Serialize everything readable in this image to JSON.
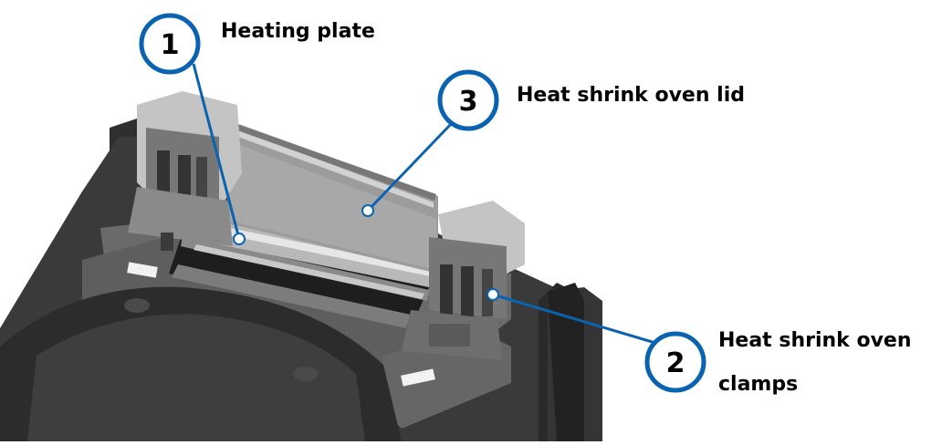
{
  "callouts": [
    {
      "number": "1",
      "label": "Heating plate"
    },
    {
      "number": "2",
      "label_line1": "Heat shrink oven",
      "label_line2": "clamps"
    },
    {
      "number": "3",
      "label": "Heat shrink oven lid"
    }
  ],
  "colors": {
    "callout_blue": "#0a63b0",
    "device_dark": "#2a2a2a",
    "device_mid": "#5a5a5a",
    "device_light": "#b4b4b4"
  }
}
